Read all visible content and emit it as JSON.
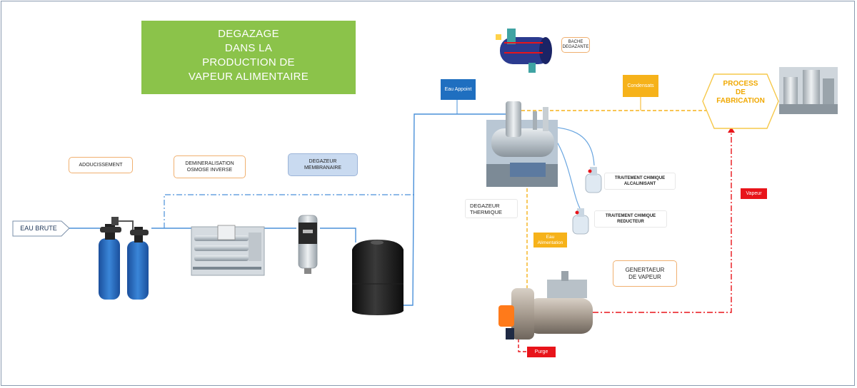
{
  "title_lines": [
    "DEGAZAGE",
    "DANS LA",
    "PRODUCTION DE",
    "VAPEUR ALIMENTAIRE"
  ],
  "labels": {
    "eau_brute": "EAU BRUTE",
    "adoucissement": "ADOUCISSEMENT",
    "demineralisation_1": "DEMINERALISATION",
    "demineralisation_2": "OSMOSE INVERSE",
    "degazeur_membranaire_1": "DEGAZEUR",
    "degazeur_membranaire_2": "MEMBRANAIRE",
    "eau_appoint": "Eau Appoint",
    "bache_degazante_1": "BACHE",
    "bache_degazante_2": "DEGAZANTE",
    "condensats": "Condensats",
    "process_1": "PROCESS",
    "process_2": "DE",
    "process_3": "FABRICATION",
    "degazeur_thermique_1": "DEGAZEUR",
    "degazeur_thermique_2": "THERMIQUE",
    "traitement_alcalinisant_1": "TRAITEMENT CHIMIQUE",
    "traitement_alcalinisant_2": "ALCALINISANT",
    "traitement_reducteur_1": "TRAITEMENT CHIMIQUE",
    "traitement_reducteur_2": "REDUCTEUR",
    "vapeur": "Vapeur",
    "eau_alimentation_1": "Eau",
    "eau_alimentation_2": "Alimentation",
    "generateur_1": "GENERTAEUR",
    "generateur_2": "DE  VAPEUR",
    "purge": "Purge"
  },
  "colors": {
    "title_bg": "#8bc34a",
    "water_line": "#4a90d9",
    "condensate_line": "#f6b21a",
    "steam_line": "#e8141a",
    "eau_appoint_tag": "#1f6fc0",
    "process_text": "#f0a800"
  }
}
